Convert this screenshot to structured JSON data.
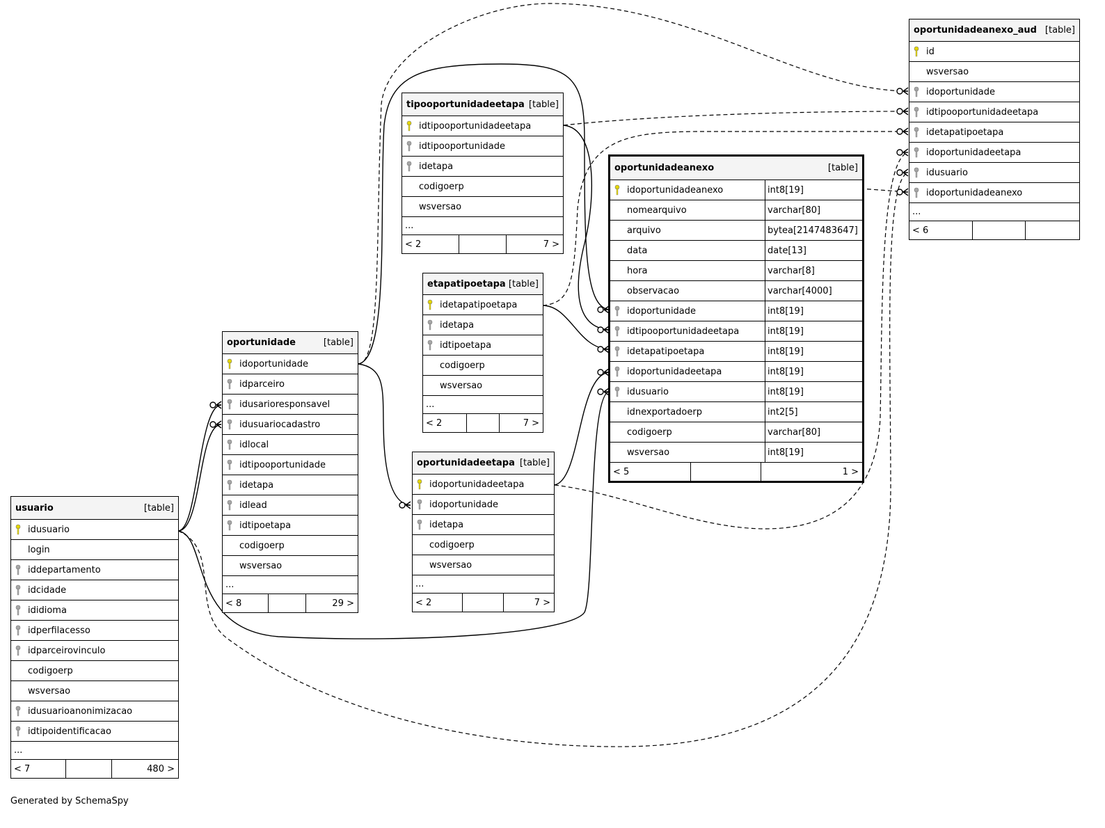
{
  "footer_text": "Generated by SchemaSpy",
  "colors": {
    "primary_key": "#e6d800",
    "foreign_key": "#a8a8a8",
    "header_bg": "#f4f4f4"
  },
  "tables": {
    "usuario": {
      "name": "usuario",
      "kind": "[table]",
      "columns": [
        {
          "name": "idusuario",
          "key": "pk"
        },
        {
          "name": "login",
          "key": ""
        },
        {
          "name": "iddepartamento",
          "key": "fk"
        },
        {
          "name": "idcidade",
          "key": "fk"
        },
        {
          "name": "ididioma",
          "key": "fk"
        },
        {
          "name": "idperfilacesso",
          "key": "fk"
        },
        {
          "name": "idparceirovinculo",
          "key": "fk"
        },
        {
          "name": "codigoerp",
          "key": ""
        },
        {
          "name": "wsversao",
          "key": ""
        },
        {
          "name": "idusuarioanonimizacao",
          "key": "fk"
        },
        {
          "name": "idtipoidentificacao",
          "key": "fk"
        }
      ],
      "more": "...",
      "foot": {
        "left": "< 7",
        "right": "480 >"
      }
    },
    "oportunidade": {
      "name": "oportunidade",
      "kind": "[table]",
      "columns": [
        {
          "name": "idoportunidade",
          "key": "pk"
        },
        {
          "name": "idparceiro",
          "key": "fk"
        },
        {
          "name": "idusarioresponsavel",
          "key": "fk"
        },
        {
          "name": "idusuariocadastro",
          "key": "fk"
        },
        {
          "name": "idlocal",
          "key": "fk"
        },
        {
          "name": "idtipooportunidade",
          "key": "fk"
        },
        {
          "name": "idetapa",
          "key": "fk"
        },
        {
          "name": "idlead",
          "key": "fk"
        },
        {
          "name": "idtipoetapa",
          "key": "fk"
        },
        {
          "name": "codigoerp",
          "key": ""
        },
        {
          "name": "wsversao",
          "key": ""
        }
      ],
      "more": "...",
      "foot": {
        "left": "< 8",
        "right": "29 >"
      }
    },
    "tipooportunidadeetapa": {
      "name": "tipooportunidadeetapa",
      "kind": "[table]",
      "columns": [
        {
          "name": "idtipooportunidadeetapa",
          "key": "pk"
        },
        {
          "name": "idtipooportunidade",
          "key": "fk"
        },
        {
          "name": "idetapa",
          "key": "fk"
        },
        {
          "name": "codigoerp",
          "key": ""
        },
        {
          "name": "wsversao",
          "key": ""
        }
      ],
      "more": "...",
      "foot": {
        "left": "< 2",
        "right": "7 >"
      }
    },
    "etapatipoetapa": {
      "name": "etapatipoetapa",
      "kind": "[table]",
      "columns": [
        {
          "name": "idetapatipoetapa",
          "key": "pk"
        },
        {
          "name": "idetapa",
          "key": "fk"
        },
        {
          "name": "idtipoetapa",
          "key": "fk"
        },
        {
          "name": "codigoerp",
          "key": ""
        },
        {
          "name": "wsversao",
          "key": ""
        }
      ],
      "more": "...",
      "foot": {
        "left": "< 2",
        "right": "7 >"
      }
    },
    "oportunidadeetapa": {
      "name": "oportunidadeetapa",
      "kind": "[table]",
      "columns": [
        {
          "name": "idoportunidadeetapa",
          "key": "pk"
        },
        {
          "name": "idoportunidade",
          "key": "fk"
        },
        {
          "name": "idetapa",
          "key": "fk"
        },
        {
          "name": "codigoerp",
          "key": ""
        },
        {
          "name": "wsversao",
          "key": ""
        }
      ],
      "more": "...",
      "foot": {
        "left": "< 2",
        "right": "7 >"
      }
    },
    "oportunidadeanexo": {
      "name": "oportunidadeanexo",
      "kind": "[table]",
      "columns": [
        {
          "name": "idoportunidadeanexo",
          "key": "pk",
          "type": "int8[19]"
        },
        {
          "name": "nomearquivo",
          "key": "",
          "type": "varchar[80]"
        },
        {
          "name": "arquivo",
          "key": "",
          "type": "bytea[2147483647]"
        },
        {
          "name": "data",
          "key": "",
          "type": "date[13]"
        },
        {
          "name": "hora",
          "key": "",
          "type": "varchar[8]"
        },
        {
          "name": "observacao",
          "key": "",
          "type": "varchar[4000]"
        },
        {
          "name": "idoportunidade",
          "key": "fk",
          "type": "int8[19]"
        },
        {
          "name": "idtipooportunidadeetapa",
          "key": "fk",
          "type": "int8[19]"
        },
        {
          "name": "idetapatipoetapa",
          "key": "fk",
          "type": "int8[19]"
        },
        {
          "name": "idoportunidadeetapa",
          "key": "fk",
          "type": "int8[19]"
        },
        {
          "name": "idusuario",
          "key": "fk",
          "type": "int8[19]"
        },
        {
          "name": "idnexportadoerp",
          "key": "",
          "type": "int2[5]"
        },
        {
          "name": "codigoerp",
          "key": "",
          "type": "varchar[80]"
        },
        {
          "name": "wsversao",
          "key": "",
          "type": "int8[19]"
        }
      ],
      "more": "",
      "foot": {
        "left": "< 5",
        "right": "1 >"
      }
    },
    "oportunidadeanexo_aud": {
      "name": "oportunidadeanexo_aud",
      "kind": "[table]",
      "columns": [
        {
          "name": "id",
          "key": "pk"
        },
        {
          "name": "wsversao",
          "key": ""
        },
        {
          "name": "idoportunidade",
          "key": "fk"
        },
        {
          "name": "idtipooportunidadeetapa",
          "key": "fk"
        },
        {
          "name": "idetapatipoetapa",
          "key": "fk"
        },
        {
          "name": "idoportunidadeetapa",
          "key": "fk"
        },
        {
          "name": "idusuario",
          "key": "fk"
        },
        {
          "name": "idoportunidadeanexo",
          "key": "fk"
        }
      ],
      "more": "...",
      "foot": {
        "left": "< 6",
        "right": ""
      }
    }
  }
}
